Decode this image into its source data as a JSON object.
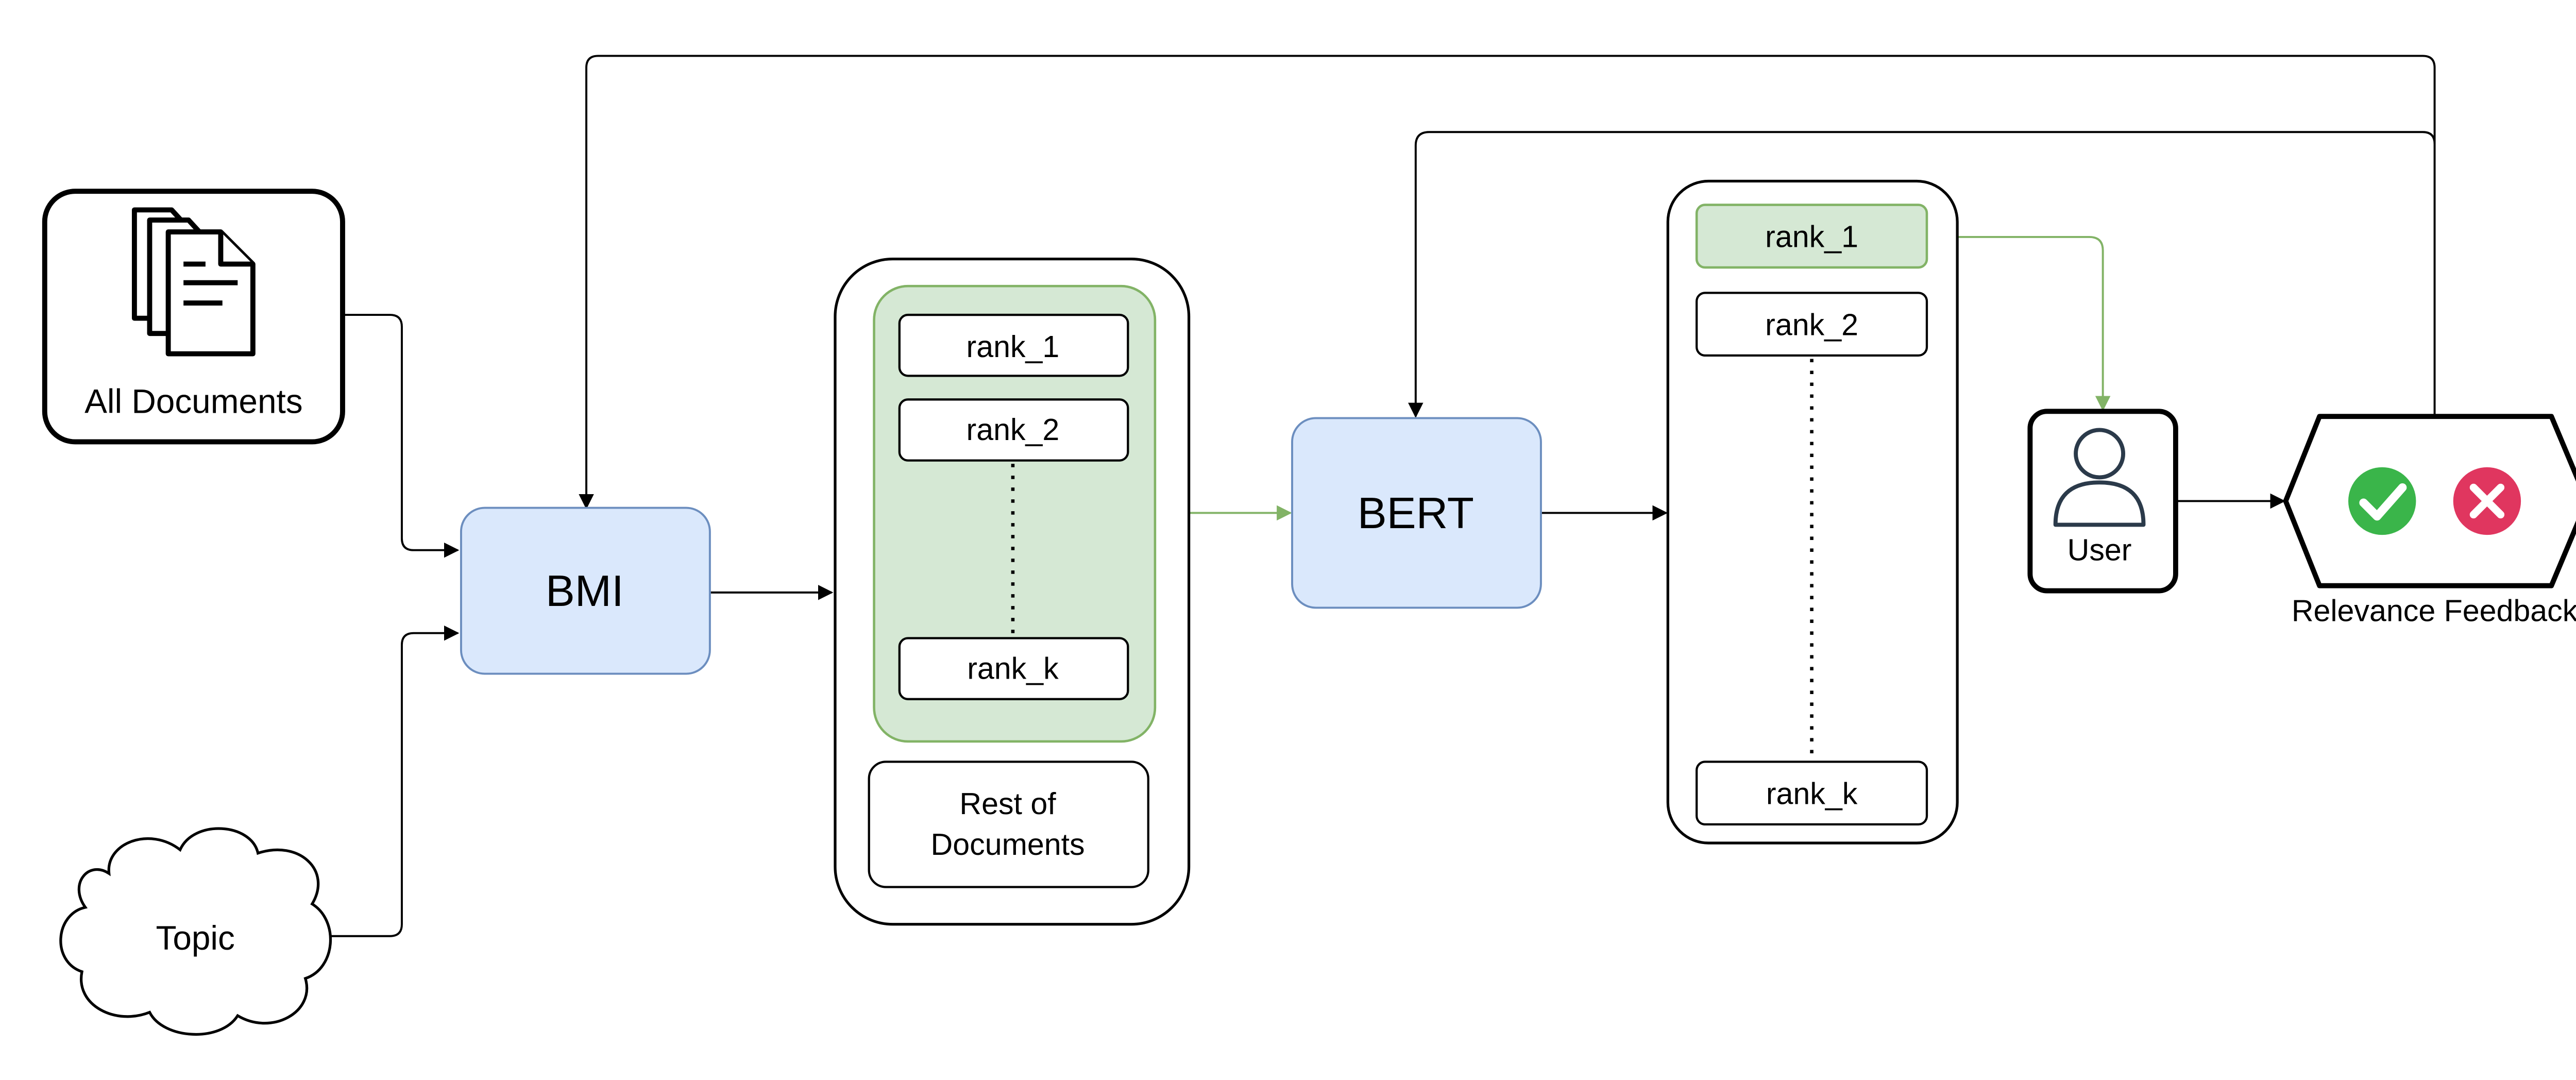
{
  "nodes": {
    "all_documents": {
      "label": "All Documents"
    },
    "topic": {
      "label": "Topic"
    },
    "bmi": {
      "label": "BMI"
    },
    "bert": {
      "label": "BERT"
    },
    "user": {
      "label": "User"
    },
    "relevance_feedback": {
      "label": "Relevance Feedback"
    }
  },
  "bmi_ranking": {
    "items": [
      "rank_1",
      "rank_2",
      "rank_k"
    ],
    "rest_line1": "Rest of",
    "rest_line2": "Documents"
  },
  "bert_ranking": {
    "items": [
      "rank_1",
      "rank_2",
      "rank_k"
    ]
  },
  "colors": {
    "model_fill": "#dae8fc",
    "model_stroke": "#6c8ebf",
    "topk_fill": "#d5e8d4",
    "topk_stroke": "#82b366",
    "relevant": "#3ab54a",
    "nonrelevant": "#e0365f",
    "user_icon": "#2b3a4a"
  }
}
